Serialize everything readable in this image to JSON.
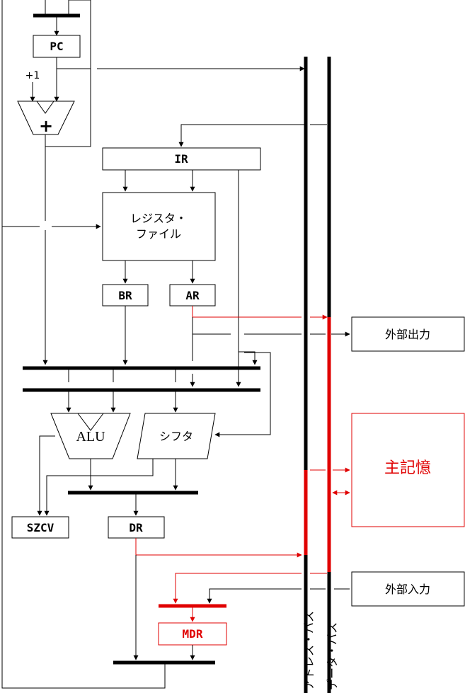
{
  "blocks": {
    "pc": "PC",
    "increment": "+1",
    "adder": "+",
    "ir": "IR",
    "register_file_line1": "レジスタ・",
    "register_file_line2": "ファイル",
    "br": "BR",
    "ar": "AR",
    "alu": "ALU",
    "shifter": "シフタ",
    "szcv": "SZCV",
    "dr": "DR",
    "mdr": "MDR",
    "external_output": "外部出力",
    "main_memory": "主記憶",
    "external_input": "外部入力"
  },
  "buses": {
    "address_bus": "アドレス・バス",
    "data_bus": "データ・バス"
  },
  "colors": {
    "line": "#000000",
    "highlight": "#e00000",
    "background": "#ffffff"
  }
}
